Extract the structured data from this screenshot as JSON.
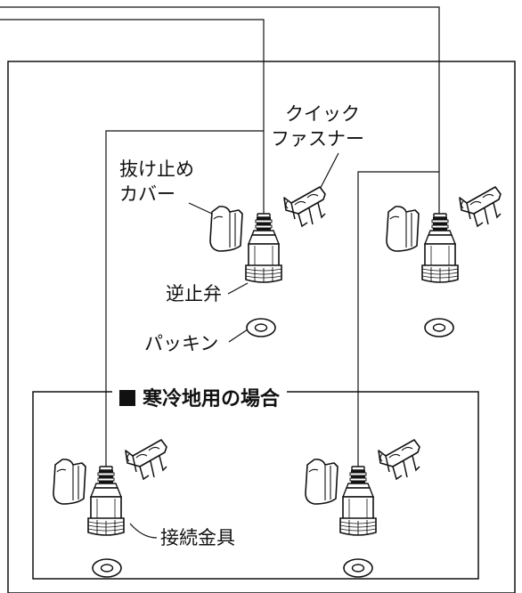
{
  "labels": {
    "quick_fastener_line1": "クイック",
    "quick_fastener_line2": "ファスナー",
    "retaining_cover_line1": "抜け止め",
    "retaining_cover_line2": "カバー",
    "check_valve": "逆止弁",
    "packing": "パッキン",
    "connection_fitting": "接続金具"
  },
  "section_title": "寒冷地用の場合",
  "colors": {
    "line": "#111111",
    "fill": "#ffffff"
  }
}
